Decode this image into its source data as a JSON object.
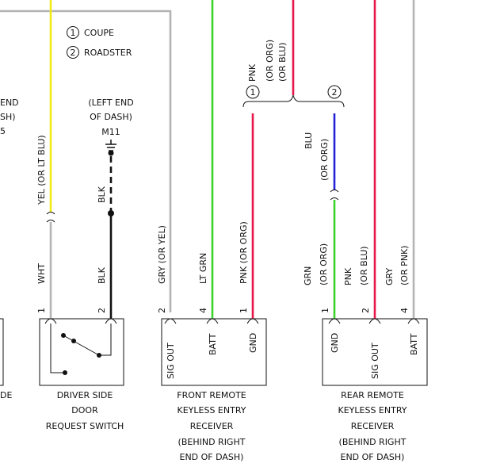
{
  "legend": {
    "item1_num": "1",
    "item1_label": "COUPE",
    "item2_num": "2",
    "item2_label": "ROADSTER"
  },
  "left_edge": {
    "line1": "END",
    "line2": "SH)",
    "line3": "5",
    "bottom": "DE"
  },
  "ground": {
    "line1": "(LEFT END",
    "line2": "OF DASH)",
    "id": "M11"
  },
  "wires": {
    "yel": "YEL  (OR LT BLU)",
    "wht": "WHT",
    "blk_top": "BLK",
    "blk_bottom": "BLK",
    "gry_left": "GRY  (OR YEL)",
    "ltgrn": "LT GRN",
    "pnk_mid": "PNK  (OR ORG)",
    "pnk_top": "PNK",
    "pnk_top_alt1": "(OR ORG)",
    "pnk_top_alt2": "(OR BLU)",
    "blu": "BLU",
    "blu_alt": "(OR ORG)",
    "grn": "GRN",
    "grn_alt": "(OR ORG)",
    "pnk_right": "PNK",
    "pnk_right_alt": "(OR BLU)",
    "gry_right": "GRY",
    "gry_right_alt": "(OR PNK)"
  },
  "branch": {
    "left": "1",
    "right": "2"
  },
  "pins": {
    "sw1": "1",
    "sw2": "2",
    "fr2": "2",
    "fr4": "4",
    "fr1": "1",
    "rr1": "1",
    "rr2": "2",
    "rr4": "4"
  },
  "front_receiver": {
    "terminals": [
      "SIG OUT",
      "BATT",
      "GND"
    ],
    "label": [
      "FRONT REMOTE",
      "KEYLESS ENTRY",
      "RECEIVER",
      "(BEHIND RIGHT",
      "END OF DASH)"
    ]
  },
  "rear_receiver": {
    "terminals": [
      "GND",
      "SIG OUT",
      "BATT"
    ],
    "label": [
      "REAR REMOTE",
      "KEYLESS ENTRY",
      "RECEIVER",
      "(BEHIND RIGHT",
      "END OF DASH)"
    ]
  },
  "switch": {
    "label": [
      "DRIVER SIDE",
      "DOOR",
      "REQUEST SWITCH"
    ]
  },
  "colors": {
    "yellow": "#f2ea1a",
    "gray": "#b4b4b4",
    "black": "#111111",
    "green": "#3cd22c",
    "pink": "#e8174a",
    "blue": "#2323d8"
  }
}
